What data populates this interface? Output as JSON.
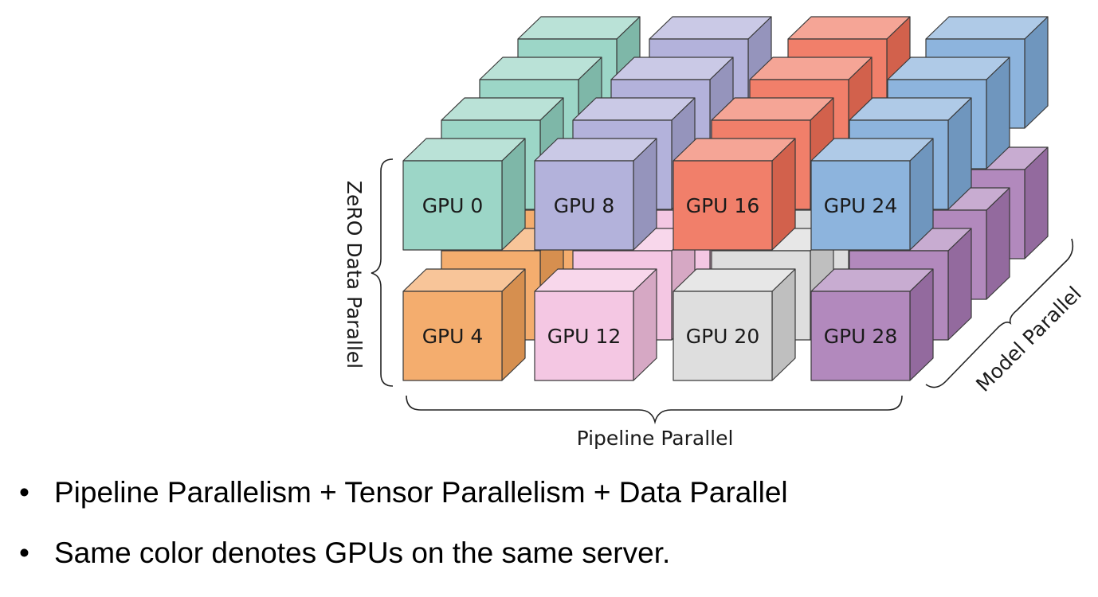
{
  "diagram": {
    "gpu_labels": [
      "GPU 0",
      "GPU 8",
      "GPU 16",
      "GPU 24",
      "GPU 4",
      "GPU 12",
      "GPU 20",
      "GPU 28"
    ],
    "axis_labels": {
      "vertical": "ZeRO Data Parallel",
      "horizontal": "Pipeline Parallel",
      "depth": "Model Parallel"
    },
    "column_colors": {
      "top": [
        "#8fd0bf",
        "#a9a8d6",
        "#ef6e56",
        "#7eaad8"
      ],
      "bottom": [
        "#f3a25a",
        "#f3bfdf",
        "#d9d9d9",
        "#a779b4"
      ]
    }
  },
  "bullets": [
    "Pipeline Parallelism + Tensor Parallelism + Data Parallel",
    "Same color denotes GPUs on the same server."
  ]
}
